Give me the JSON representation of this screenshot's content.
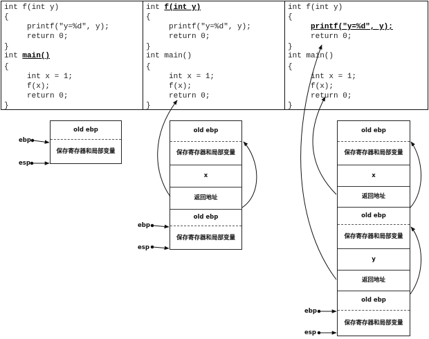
{
  "panels": [
    {
      "lines": [
        {
          "parts": [
            {
              "t": "int f(int y)",
              "hl": false
            }
          ]
        },
        {
          "parts": [
            {
              "t": "{",
              "hl": false
            }
          ]
        },
        {
          "parts": [
            {
              "t": "     printf(\"y=%d\", y);",
              "hl": false
            }
          ]
        },
        {
          "parts": [
            {
              "t": "     return 0;",
              "hl": false
            }
          ]
        },
        {
          "parts": [
            {
              "t": "}",
              "hl": false
            }
          ]
        },
        {
          "parts": [
            {
              "t": "int ",
              "hl": false
            },
            {
              "t": "main()",
              "hl": true
            }
          ]
        },
        {
          "parts": [
            {
              "t": "{",
              "hl": false
            }
          ]
        },
        {
          "parts": [
            {
              "t": "     int x = 1;",
              "hl": false
            }
          ]
        },
        {
          "parts": [
            {
              "t": "     f(x);",
              "hl": false
            }
          ]
        },
        {
          "parts": [
            {
              "t": "     return 0;",
              "hl": false
            }
          ]
        },
        {
          "parts": [
            {
              "t": "}",
              "hl": false
            }
          ]
        }
      ]
    },
    {
      "lines": [
        {
          "parts": [
            {
              "t": "int ",
              "hl": false
            },
            {
              "t": "f(int y)",
              "hl": true
            }
          ]
        },
        {
          "parts": [
            {
              "t": "{",
              "hl": false
            }
          ]
        },
        {
          "parts": [
            {
              "t": "     printf(\"y=%d\", y);",
              "hl": false
            }
          ]
        },
        {
          "parts": [
            {
              "t": "     return 0;",
              "hl": false
            }
          ]
        },
        {
          "parts": [
            {
              "t": "}",
              "hl": false
            }
          ]
        },
        {
          "parts": [
            {
              "t": "int main()",
              "hl": false
            }
          ]
        },
        {
          "parts": [
            {
              "t": "{",
              "hl": false
            }
          ]
        },
        {
          "parts": [
            {
              "t": "     int x = 1;",
              "hl": false
            }
          ]
        },
        {
          "parts": [
            {
              "t": "     f(x);",
              "hl": false
            }
          ]
        },
        {
          "parts": [
            {
              "t": "     return 0;",
              "hl": false
            }
          ]
        },
        {
          "parts": [
            {
              "t": "}",
              "hl": false
            }
          ]
        }
      ]
    },
    {
      "lines": [
        {
          "parts": [
            {
              "t": "int f(int y)",
              "hl": false
            }
          ]
        },
        {
          "parts": [
            {
              "t": "{",
              "hl": false
            }
          ]
        },
        {
          "parts": [
            {
              "t": "     ",
              "hl": false
            },
            {
              "t": "printf(\"y=%d\", y);",
              "hl": true
            }
          ]
        },
        {
          "parts": [
            {
              "t": "     return 0;",
              "hl": false
            }
          ]
        },
        {
          "parts": [
            {
              "t": "}",
              "hl": false
            }
          ]
        },
        {
          "parts": [
            {
              "t": "int main()",
              "hl": false
            }
          ]
        },
        {
          "parts": [
            {
              "t": "{",
              "hl": false
            }
          ]
        },
        {
          "parts": [
            {
              "t": "     int x = 1;",
              "hl": false
            }
          ]
        },
        {
          "parts": [
            {
              "t": "     f(x);",
              "hl": false
            }
          ]
        },
        {
          "parts": [
            {
              "t": "     return 0;",
              "hl": false
            }
          ]
        },
        {
          "parts": [
            {
              "t": "}",
              "hl": false
            }
          ]
        }
      ]
    }
  ],
  "stacks": [
    {
      "cells": [
        "old ebp",
        "保存寄存器和局部变量"
      ],
      "registers": [
        "ebp",
        "esp"
      ]
    },
    {
      "cells": [
        "old ebp",
        "保存寄存器和局部变量",
        "x",
        "返回地址",
        "old ebp",
        "保存寄存器和局部变量"
      ],
      "registers": [
        "ebp",
        "esp"
      ]
    },
    {
      "cells": [
        "old ebp",
        "保存寄存器和局部变量",
        "x",
        "返回地址",
        "old ebp",
        "保存寄存器和局部变量",
        "y",
        "返回地址",
        "old ebp",
        "保存寄存器和局部变量"
      ],
      "registers": [
        "ebp",
        "esp"
      ]
    }
  ]
}
